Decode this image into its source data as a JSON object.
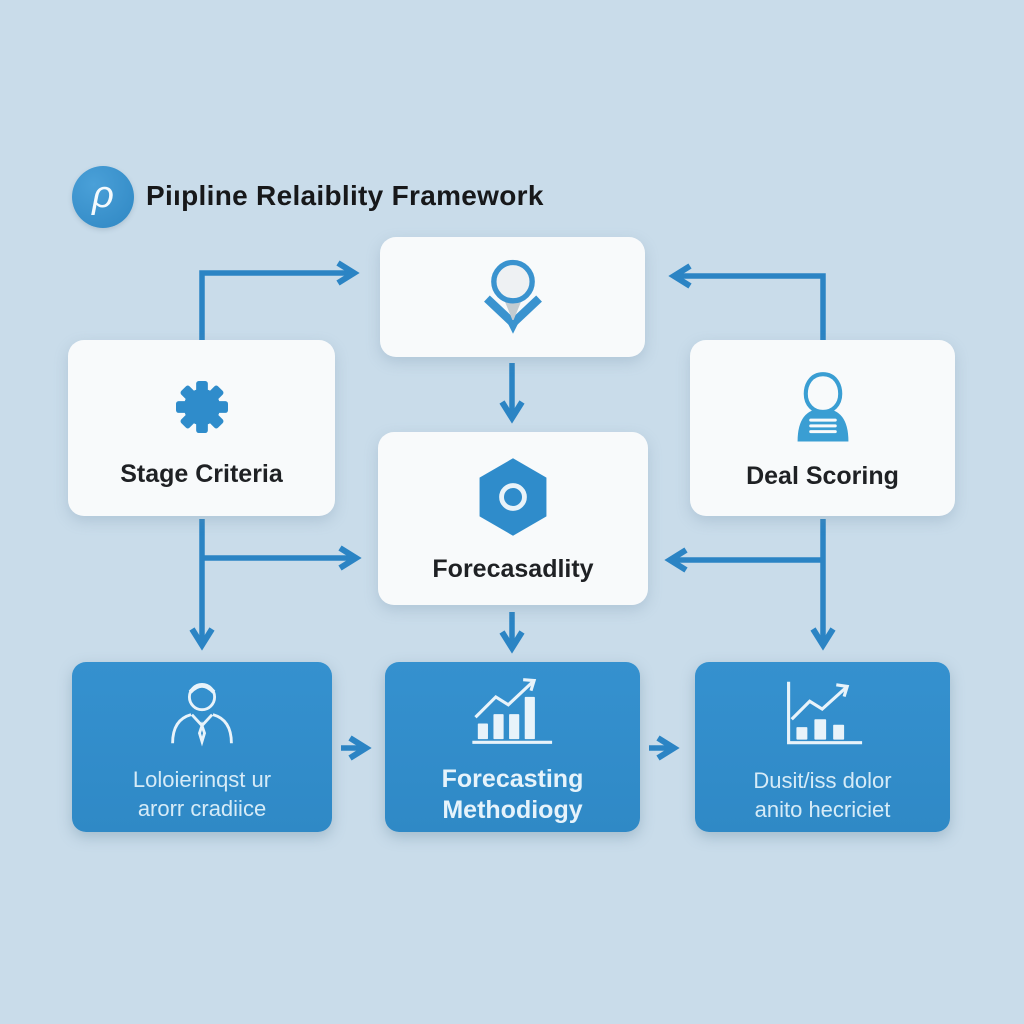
{
  "title": "Piıpline Relaiblity Framework",
  "logo": {
    "glyph": "ρ",
    "name": "rho-logo"
  },
  "colors": {
    "background": "#c9dcea",
    "card_white": "#f8fafb",
    "card_blue": "#3190cd",
    "arrow": "#2b84c4",
    "accent": "#2f8ccb",
    "title_text": "#17181a",
    "blue_card_text": "#d6ebf7"
  },
  "nodes": {
    "top_hub": {
      "icon": "location-pin-arrow-icon",
      "label": ""
    },
    "stage_criteria": {
      "icon": "gear-icon",
      "label": "Stage Criteria"
    },
    "deal_scoring": {
      "icon": "person-badge-icon",
      "label": "Deal Scoring"
    },
    "forecastability": {
      "icon": "hexagon-icon",
      "label": "Forecasadlity"
    },
    "bottom_left": {
      "icon": "businessman-icon",
      "line1": "Loloierinqst ur",
      "line2": "arorr cradiice"
    },
    "bottom_middle": {
      "icon": "bar-chart-growth-icon",
      "line1": "Forecasting",
      "line2": "Methodiogy"
    },
    "bottom_right": {
      "icon": "line-chart-bars-icon",
      "line1": "Dusit/iss dolor",
      "line2": "anito hecriciet"
    }
  }
}
